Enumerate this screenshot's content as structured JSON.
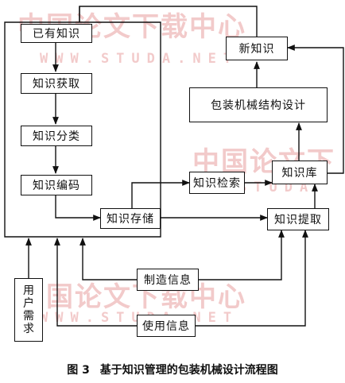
{
  "watermark": {
    "chinese_text": "中国论文下载中心",
    "chinese_text_cropped": "中国论文下",
    "url_text": "WWW.STUDA.NET",
    "url_text_cropped": "STUDA",
    "color": "#e9a0a0"
  },
  "nodes": {
    "existing_knowledge": "已有知识",
    "knowledge_acquisition": "知识获取",
    "knowledge_classification": "知识分类",
    "knowledge_encoding": "知识编码",
    "knowledge_storage": "知识存储",
    "knowledge_retrieval": "知识检索",
    "knowledge_base": "知识库",
    "knowledge_extraction": "知识提取",
    "new_knowledge": "新知识",
    "packaging_design": "包装机械结构设计",
    "manufacturing_info": "制造信息",
    "usage_info": "使用信息",
    "user_needs": [
      "用",
      "户",
      "需",
      "求"
    ]
  },
  "caption": {
    "figure_number": "图 3",
    "title": "基于知识管理的包装机械设计流程图"
  }
}
